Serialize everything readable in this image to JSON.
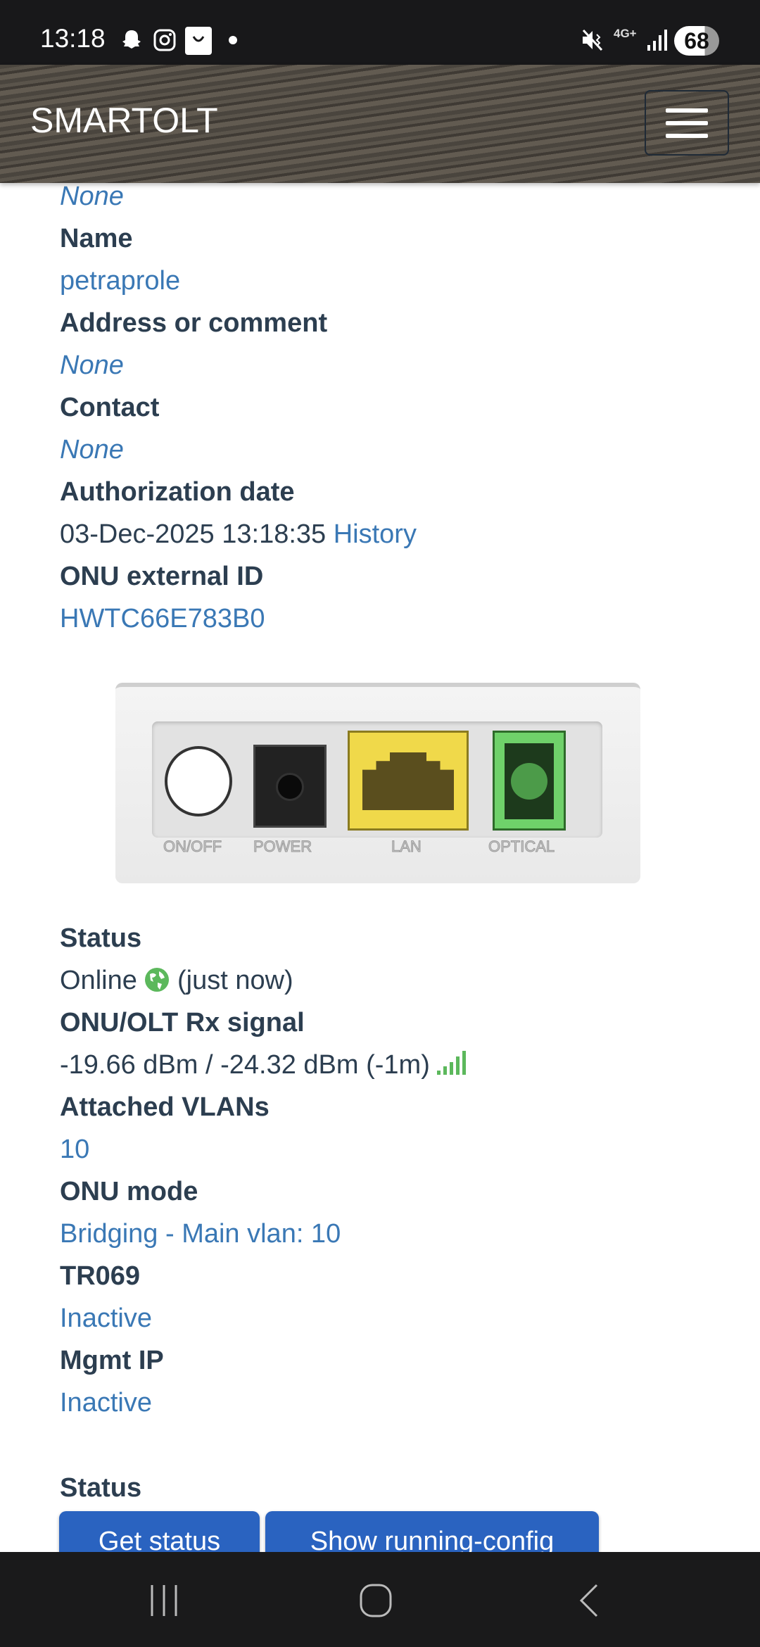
{
  "status_bar": {
    "time": "13:18",
    "battery": "68",
    "network": "4G+"
  },
  "header": {
    "brand": "SMARTOLT"
  },
  "fields": [
    {
      "label": null,
      "value": "None",
      "style": "italic"
    },
    {
      "label": "Name",
      "value": "petraprole",
      "style": "link"
    },
    {
      "label": "Address or comment",
      "value": "None",
      "style": "italic"
    },
    {
      "label": "Contact",
      "value": "None",
      "style": "italic"
    },
    {
      "label": "Authorization date",
      "value": "03-Dec-2025 13:18:35",
      "extra_link": "History"
    },
    {
      "label": "ONU external ID",
      "value": "HWTC66E783B0",
      "style": "link"
    }
  ],
  "router_ports": [
    "ON/OFF",
    "POWER",
    "LAN",
    "OPTICAL"
  ],
  "details": {
    "status_label": "Status",
    "status_value": "Online",
    "status_time": "(just now)",
    "signal_label": "ONU/OLT Rx signal",
    "signal_value": "-19.66 dBm / -24.32 dBm (-1m)",
    "vlans_label": "Attached VLANs",
    "vlans_value": "10",
    "mode_label": "ONU mode",
    "mode_value": "Bridging - Main vlan: 10",
    "tr069_label": "TR069",
    "tr069_value": "Inactive",
    "mgmt_label": "Mgmt IP",
    "mgmt_value": "Inactive"
  },
  "status_section": {
    "title": "Status",
    "buttons": [
      "Get status",
      "Show running-config"
    ]
  },
  "colors": {
    "link": "#3a78b5",
    "text": "#2c3e50",
    "button": "#2a63c0",
    "online": "#5cb85c"
  }
}
